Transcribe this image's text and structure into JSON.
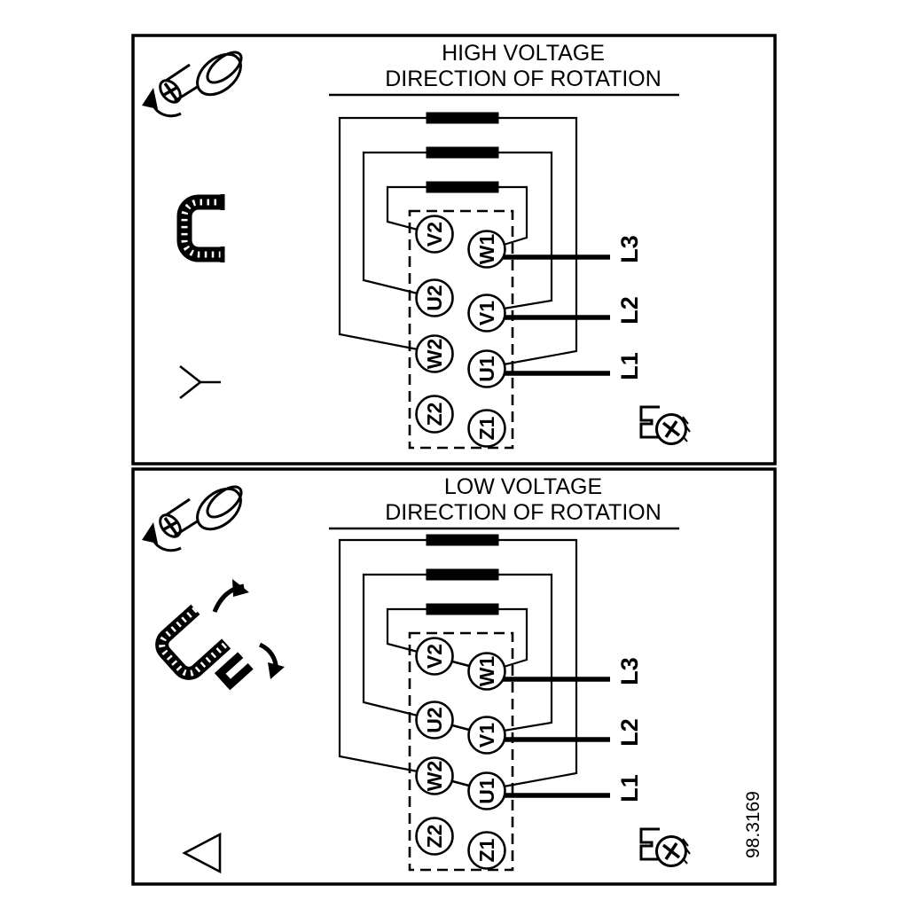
{
  "figure": {
    "reference_number": "98.3169"
  },
  "panels": [
    {
      "id": "high-voltage",
      "title_line1": "HIGH VOLTAGE",
      "title_line2": "DIRECTION OF ROTATION",
      "connection": "star",
      "terminals": {
        "left": [
          "V2",
          "U2",
          "W2",
          "Z2"
        ],
        "right": [
          "W1",
          "V1",
          "U1",
          "Z1"
        ]
      },
      "lines": [
        "L3",
        "L2",
        "L1"
      ]
    },
    {
      "id": "low-voltage",
      "title_line1": "LOW VOLTAGE",
      "title_line2": "DIRECTION OF ROTATION",
      "connection": "delta",
      "terminals": {
        "left": [
          "V2",
          "U2",
          "W2",
          "Z2"
        ],
        "right": [
          "W1",
          "V1",
          "U1",
          "Z1"
        ]
      },
      "lines": [
        "L3",
        "L2",
        "L1"
      ]
    }
  ],
  "icons": {
    "high_voltage_panel": [
      "screw-rotation-icon",
      "jumper-bridge-icon",
      "star-connection-icon",
      "screw-washer-icon"
    ],
    "low_voltage_panel": [
      "screw-rotation-icon",
      "jumper-reposition-icon",
      "delta-connection-icon",
      "screw-washer-icon"
    ]
  }
}
